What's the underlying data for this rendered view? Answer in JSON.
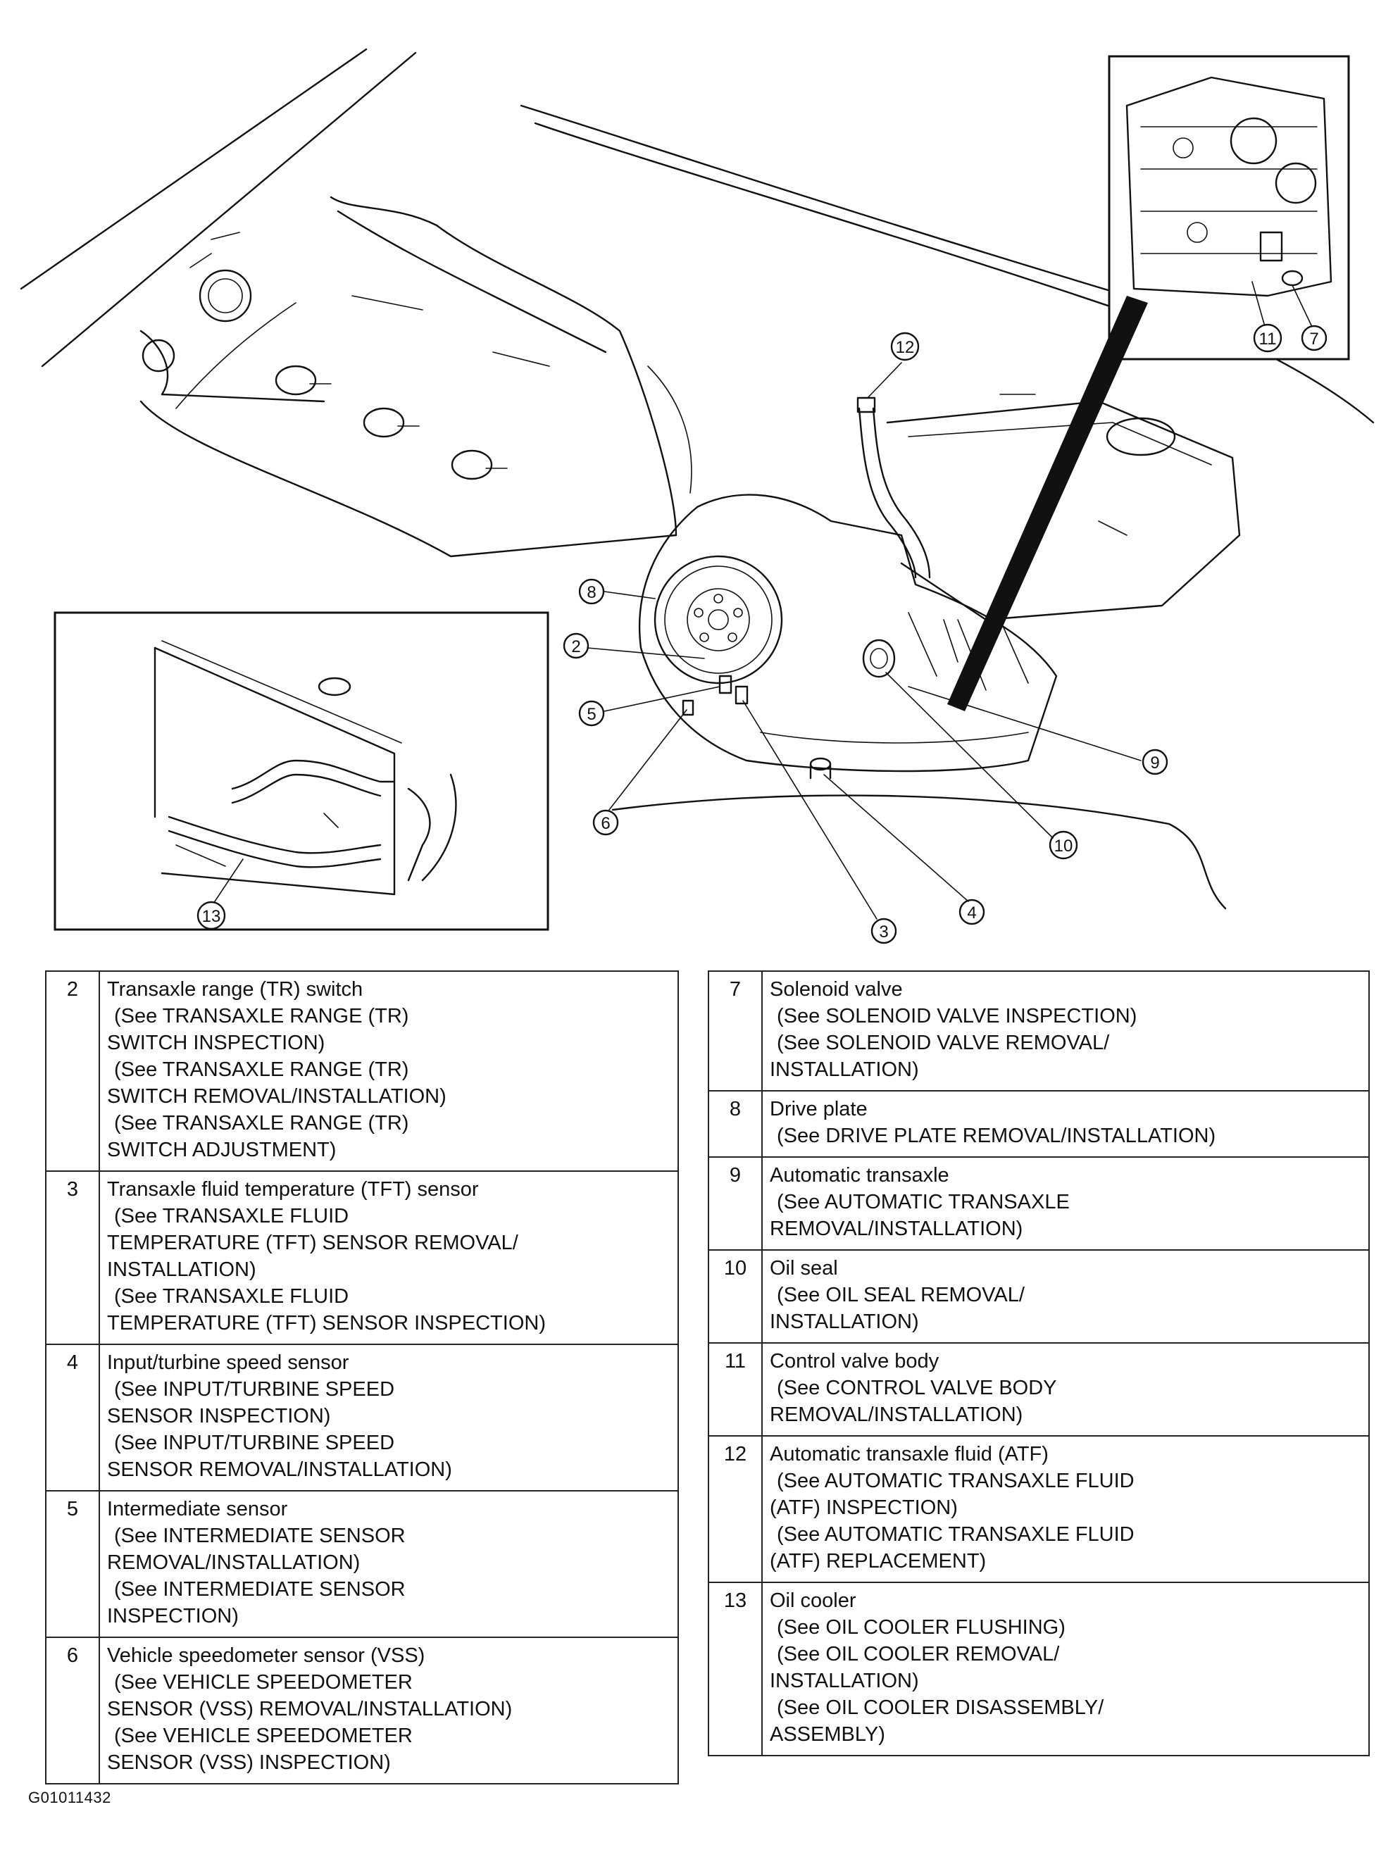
{
  "figure_code": "G01011432",
  "callouts": [
    "2",
    "3",
    "4",
    "5",
    "6",
    "7",
    "8",
    "9",
    "10",
    "11",
    "12",
    "13"
  ],
  "left_rows": [
    {
      "num": "2",
      "title": "Transaxle range (TR) switch",
      "lines": [
        " (See TRANSAXLE RANGE (TR)",
        "SWITCH INSPECTION)",
        " (See TRANSAXLE RANGE (TR)",
        "SWITCH REMOVAL/INSTALLATION)",
        " (See TRANSAXLE RANGE (TR)",
        "SWITCH ADJUSTMENT)"
      ]
    },
    {
      "num": "3",
      "title": "Transaxle fluid temperature (TFT) sensor",
      "lines": [
        " (See TRANSAXLE FLUID",
        "TEMPERATURE (TFT) SENSOR REMOVAL/",
        "INSTALLATION)",
        " (See TRANSAXLE FLUID",
        "TEMPERATURE (TFT) SENSOR INSPECTION)"
      ]
    },
    {
      "num": "4",
      "title": "Input/turbine speed sensor",
      "lines": [
        " (See INPUT/TURBINE SPEED",
        "SENSOR INSPECTION)",
        " (See INPUT/TURBINE SPEED",
        "SENSOR REMOVAL/INSTALLATION)"
      ]
    },
    {
      "num": "5",
      "title": "Intermediate sensor",
      "lines": [
        " (See INTERMEDIATE SENSOR",
        "REMOVAL/INSTALLATION)",
        " (See INTERMEDIATE SENSOR",
        "INSPECTION)"
      ]
    },
    {
      "num": "6",
      "title": "Vehicle speedometer sensor (VSS)",
      "lines": [
        " (See VEHICLE SPEEDOMETER",
        "SENSOR (VSS) REMOVAL/INSTALLATION)",
        " (See VEHICLE SPEEDOMETER",
        "SENSOR (VSS) INSPECTION)"
      ]
    }
  ],
  "right_rows": [
    {
      "num": "7",
      "title": "Solenoid valve",
      "lines": [
        " (See SOLENOID VALVE INSPECTION)",
        " (See SOLENOID VALVE REMOVAL/",
        "INSTALLATION)"
      ]
    },
    {
      "num": "8",
      "title": "Drive plate",
      "lines": [
        " (See DRIVE PLATE REMOVAL/INSTALLATION)"
      ]
    },
    {
      "num": "9",
      "title": "Automatic transaxle",
      "lines": [
        " (See AUTOMATIC TRANSAXLE",
        "REMOVAL/INSTALLATION)"
      ]
    },
    {
      "num": "10",
      "title": "Oil seal",
      "lines": [
        " (See OIL SEAL REMOVAL/",
        "INSTALLATION)"
      ]
    },
    {
      "num": "11",
      "title": "Control valve body",
      "lines": [
        " (See CONTROL VALVE BODY",
        "REMOVAL/INSTALLATION)"
      ]
    },
    {
      "num": "12",
      "title": "Automatic transaxle fluid (ATF)",
      "lines": [
        " (See AUTOMATIC TRANSAXLE FLUID",
        "(ATF) INSPECTION)",
        " (See AUTOMATIC TRANSAXLE FLUID",
        "(ATF) REPLACEMENT)"
      ]
    },
    {
      "num": "13",
      "title": "Oil cooler",
      "lines": [
        " (See OIL COOLER FLUSHING)",
        " (See OIL COOLER REMOVAL/",
        "INSTALLATION)",
        " (See OIL COOLER DISASSEMBLY/",
        "ASSEMBLY)"
      ]
    }
  ]
}
